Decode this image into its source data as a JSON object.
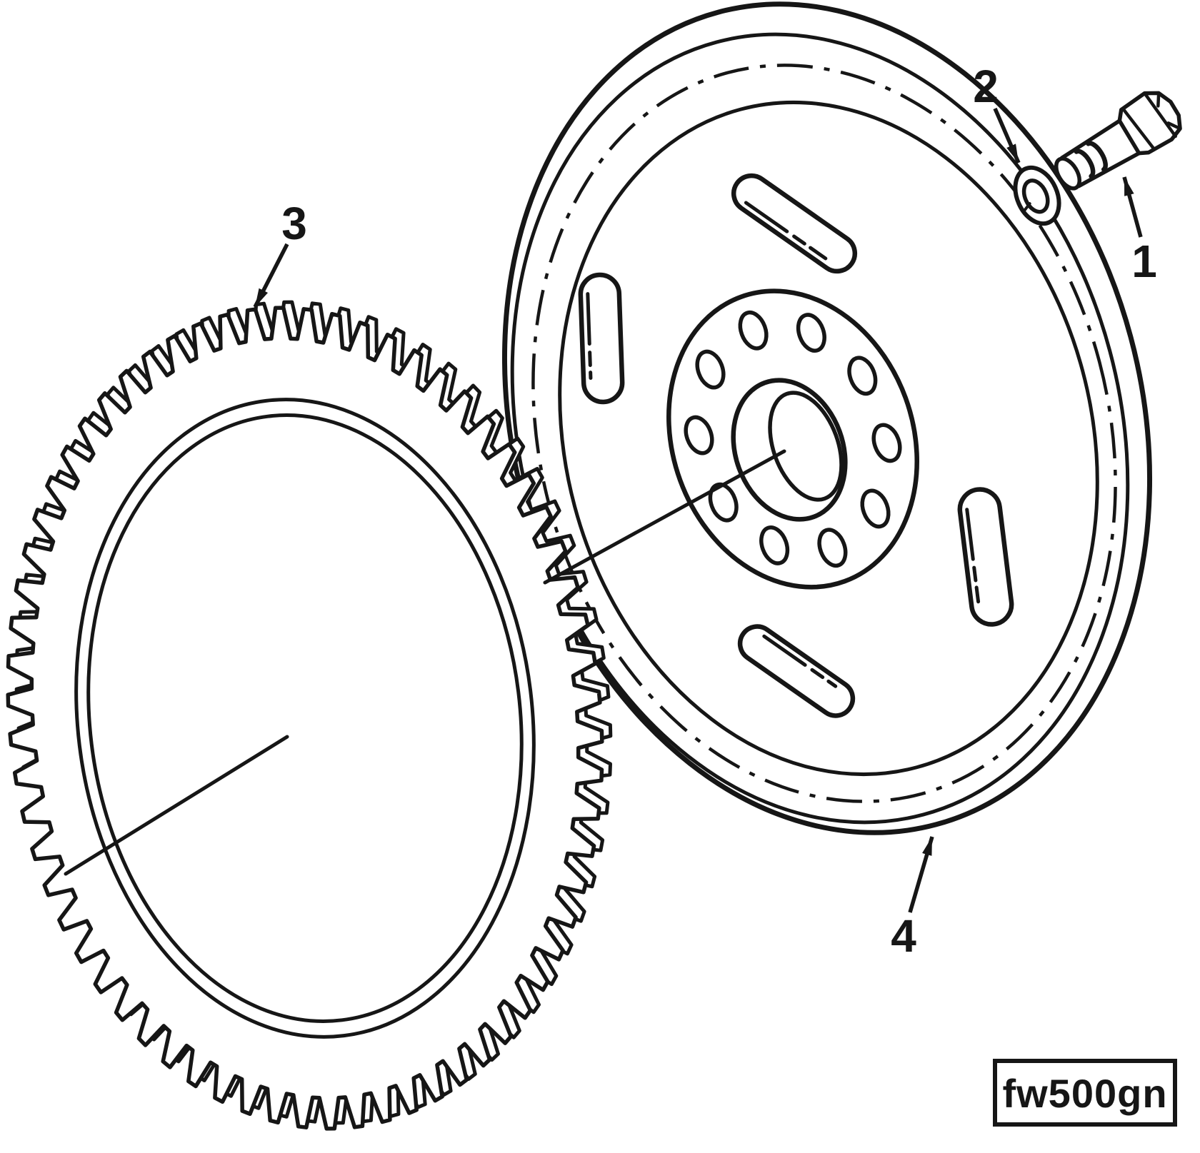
{
  "figure": {
    "callouts": [
      {
        "label": "1"
      },
      {
        "label": "2"
      },
      {
        "label": "3"
      },
      {
        "label": "4"
      }
    ],
    "figure_code": "fw500gn",
    "ink_color": "#161616",
    "background_color": "#ffffff"
  }
}
